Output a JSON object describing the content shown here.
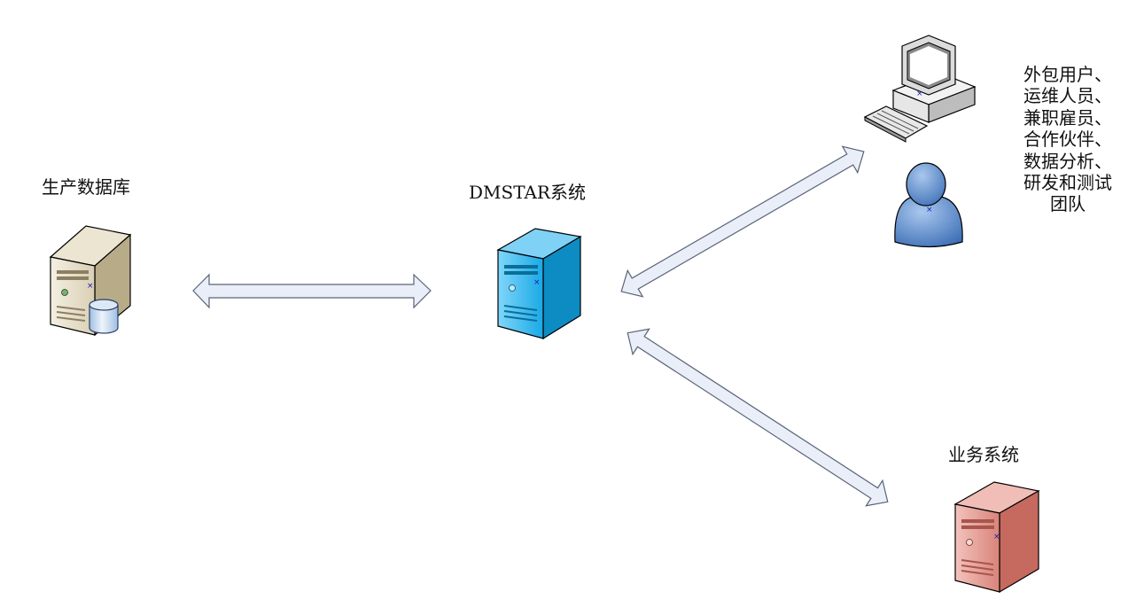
{
  "nodes": {
    "production_db": {
      "label": "生产数据库",
      "icon": "database-server-icon"
    },
    "dmstar": {
      "label": "DMSTAR系统",
      "icon": "server-icon",
      "color": "#29b6f0"
    },
    "users": {
      "icon": "workstation-and-user-icon",
      "label_lines": [
        "外包用户、",
        "运维人员、",
        "兼职雇员、",
        "合作伙伴、",
        "数据分析、",
        "研发和测试",
        "团队"
      ]
    },
    "business": {
      "label": "业务系统",
      "icon": "server-icon",
      "color": "#e08a80"
    }
  },
  "arrow_fill": "#e9eef8",
  "arrow_stroke": "#5a6478"
}
